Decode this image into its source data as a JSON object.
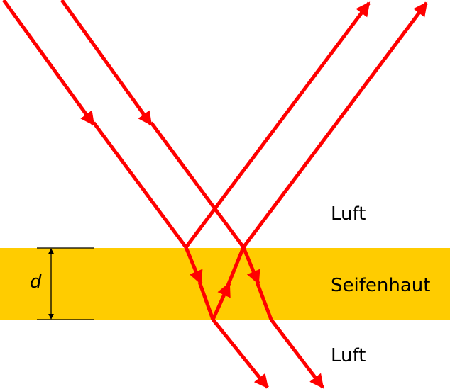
{
  "labels": {
    "medium_top": "Luft",
    "film": "Seifenhaut",
    "medium_bottom": "Luft",
    "thickness": "d"
  },
  "colors": {
    "ray": "#FF0000",
    "film": "#FFCC00",
    "dimension": "#000000"
  }
}
